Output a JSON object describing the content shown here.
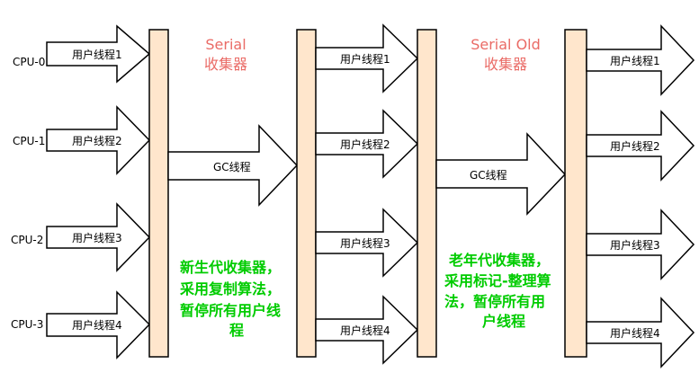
{
  "cpus": [
    "CPU-0",
    "CPU-1",
    "CPU-2",
    "CPU-3"
  ],
  "user_thread_labels": [
    "用户线程1",
    "用户线程2",
    "用户线程3",
    "用户线程4"
  ],
  "gc_thread_label": "GC线程",
  "serial": {
    "title_line1": "Serial",
    "title_line2": "收集器",
    "note_lines": [
      "新生代收集器，",
      "采用复制算法，",
      "暂停所有用户线",
      "程"
    ]
  },
  "serial_old": {
    "title_line1": "Serial Old",
    "title_line2": "收集器",
    "note_lines": [
      "老年代收集器，",
      "采用标记-整理算",
      "法，暂停所有用",
      "户线程"
    ]
  },
  "colors": {
    "bar_fill": "#FFE6CC",
    "bar_stroke": "#000000",
    "arrow_fill": "#FFFFFF",
    "title_color": "#EA6B66",
    "note_color": "#00CC00"
  }
}
